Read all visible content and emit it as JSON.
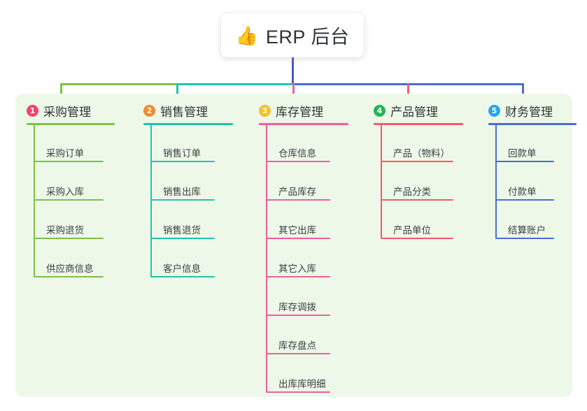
{
  "root": {
    "icon": "thumbs-up-icon",
    "icon_glyph": "👍",
    "title": "ERP 后台"
  },
  "palette": {
    "page_background": "#ffffff",
    "panel_background": "#eef8e8",
    "card_background": "#ffffff",
    "text": "#2f3338",
    "trunk": "#4a5bbf"
  },
  "columns": [
    {
      "number": "1",
      "title": "采购管理",
      "badge_color": "#f0456b",
      "line_color": "#7cc04a",
      "items": [
        "采购订单",
        "采购入库",
        "采购退货",
        "供应商信息"
      ]
    },
    {
      "number": "2",
      "title": "销售管理",
      "badge_color": "#f5892b",
      "line_color": "#21c3b0",
      "items": [
        "销售订单",
        "销售出库",
        "销售退货",
        "客户信息"
      ]
    },
    {
      "number": "3",
      "title": "库存管理",
      "badge_color": "#f5c026",
      "line_color": "#ef5fa0",
      "items": [
        "仓库信息",
        "产品库存",
        "其它出库",
        "其它入库",
        "库存调拨",
        "库存盘点",
        "出库库明细"
      ]
    },
    {
      "number": "4",
      "title": "产品管理",
      "badge_color": "#23b455",
      "line_color": "#f5596b",
      "items": [
        "产品（物料）",
        "产品分类",
        "产品单位"
      ]
    },
    {
      "number": "5",
      "title": "财务管理",
      "badge_color": "#27a4ec",
      "line_color": "#4a6cd4",
      "items": [
        "回款单",
        "付款单",
        "结算账户"
      ]
    }
  ]
}
